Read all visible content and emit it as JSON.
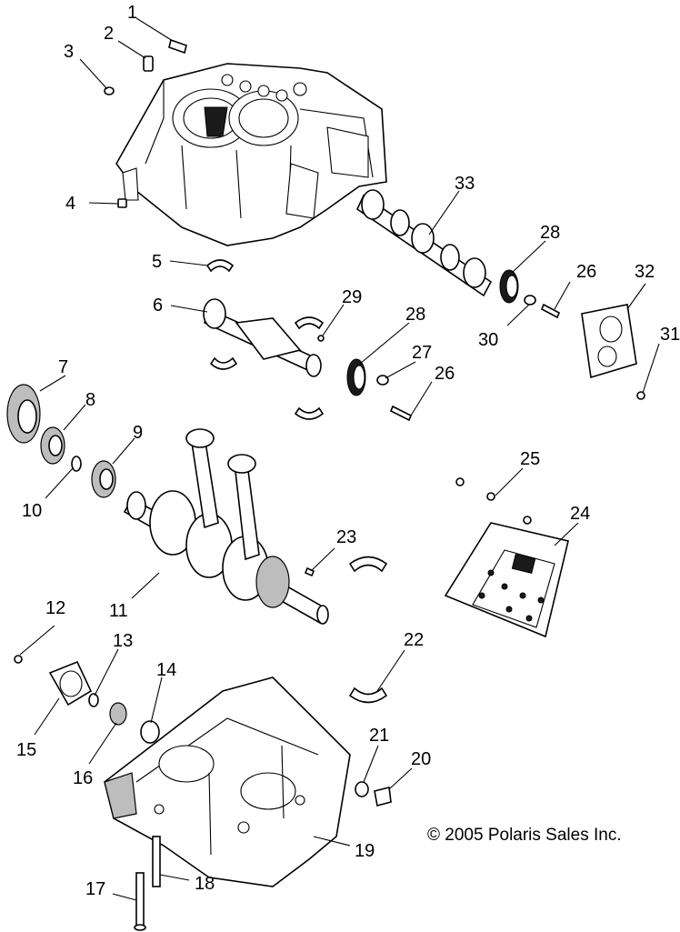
{
  "callouts": [
    {
      "id": "c1",
      "label": "1"
    },
    {
      "id": "c2",
      "label": "2"
    },
    {
      "id": "c3",
      "label": "3"
    },
    {
      "id": "c4",
      "label": "4"
    },
    {
      "id": "c5",
      "label": "5"
    },
    {
      "id": "c6",
      "label": "6"
    },
    {
      "id": "c7",
      "label": "7"
    },
    {
      "id": "c8",
      "label": "8"
    },
    {
      "id": "c9",
      "label": "9"
    },
    {
      "id": "c10",
      "label": "10"
    },
    {
      "id": "c11",
      "label": "11"
    },
    {
      "id": "c12",
      "label": "12"
    },
    {
      "id": "c13",
      "label": "13"
    },
    {
      "id": "c14",
      "label": "14"
    },
    {
      "id": "c15",
      "label": "15"
    },
    {
      "id": "c16",
      "label": "16"
    },
    {
      "id": "c17",
      "label": "17"
    },
    {
      "id": "c18",
      "label": "18"
    },
    {
      "id": "c19",
      "label": "19"
    },
    {
      "id": "c20",
      "label": "20"
    },
    {
      "id": "c21",
      "label": "21"
    },
    {
      "id": "c22",
      "label": "22"
    },
    {
      "id": "c23",
      "label": "23"
    },
    {
      "id": "c24",
      "label": "24"
    },
    {
      "id": "c25",
      "label": "25"
    },
    {
      "id": "c26a",
      "label": "26"
    },
    {
      "id": "c26b",
      "label": "26"
    },
    {
      "id": "c27",
      "label": "27"
    },
    {
      "id": "c28a",
      "label": "28"
    },
    {
      "id": "c28b",
      "label": "28"
    },
    {
      "id": "c29",
      "label": "29"
    },
    {
      "id": "c30",
      "label": "30"
    },
    {
      "id": "c31",
      "label": "31"
    },
    {
      "id": "c32",
      "label": "32"
    },
    {
      "id": "c33",
      "label": "33"
    }
  ],
  "copyright": "© 2005 Polaris Sales Inc."
}
